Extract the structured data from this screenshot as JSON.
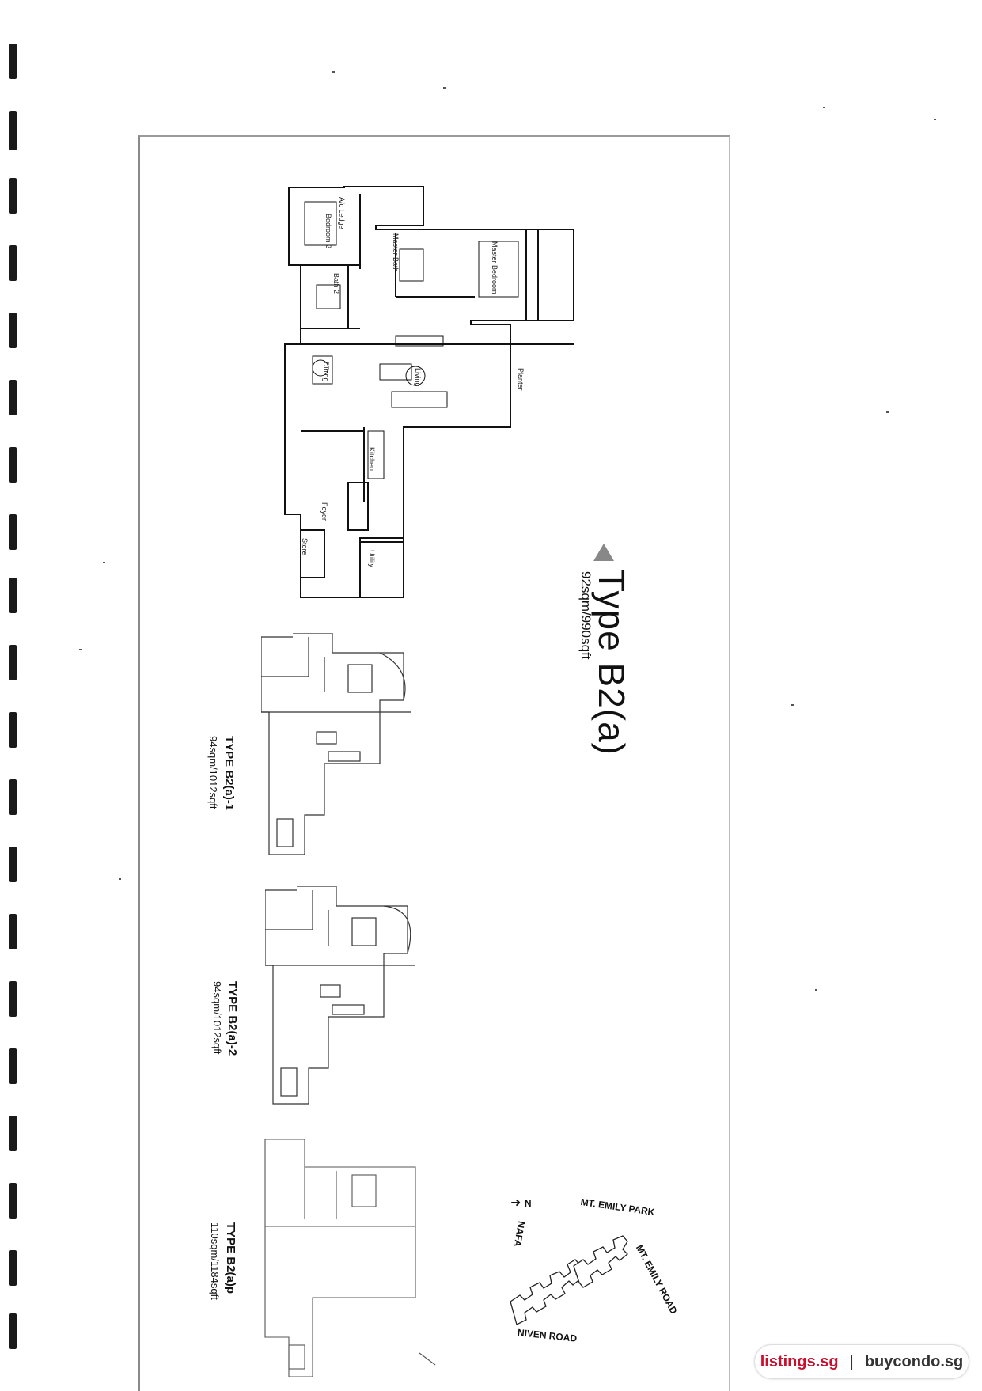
{
  "main_plan": {
    "title": "Type B2(a)",
    "area": "92sqm/990sqft",
    "rooms": {
      "ac_ledge": "A/c Ledge",
      "bedroom2": "Bedroom 2",
      "master_bath": "Master Bath",
      "master_bedroom": "Master Bedroom",
      "bath2": "Bath 2",
      "dining": "Dining",
      "living": "Living",
      "planter": "Planter",
      "kitchen": "Kitchen",
      "foyer": "Foyer",
      "store": "Store",
      "utility": "Utility"
    }
  },
  "variants": [
    {
      "name": "TYPE B2(a)-1",
      "area": "94sqm/1012sqft"
    },
    {
      "name": "TYPE B2(a)-2",
      "area": "94sqm/1012sqft"
    },
    {
      "name": "TYPE B2(a)p",
      "area": "110sqm/1184sqft"
    }
  ],
  "site_plan": {
    "north": "N",
    "roads": [
      "MT. EMILY PARK",
      "MT. EMILY ROAD",
      "NIVEN ROAD",
      "NAFA"
    ]
  },
  "watermark": {
    "brand1": "listings.sg",
    "separator": "|",
    "brand2": "buycondo.sg"
  }
}
